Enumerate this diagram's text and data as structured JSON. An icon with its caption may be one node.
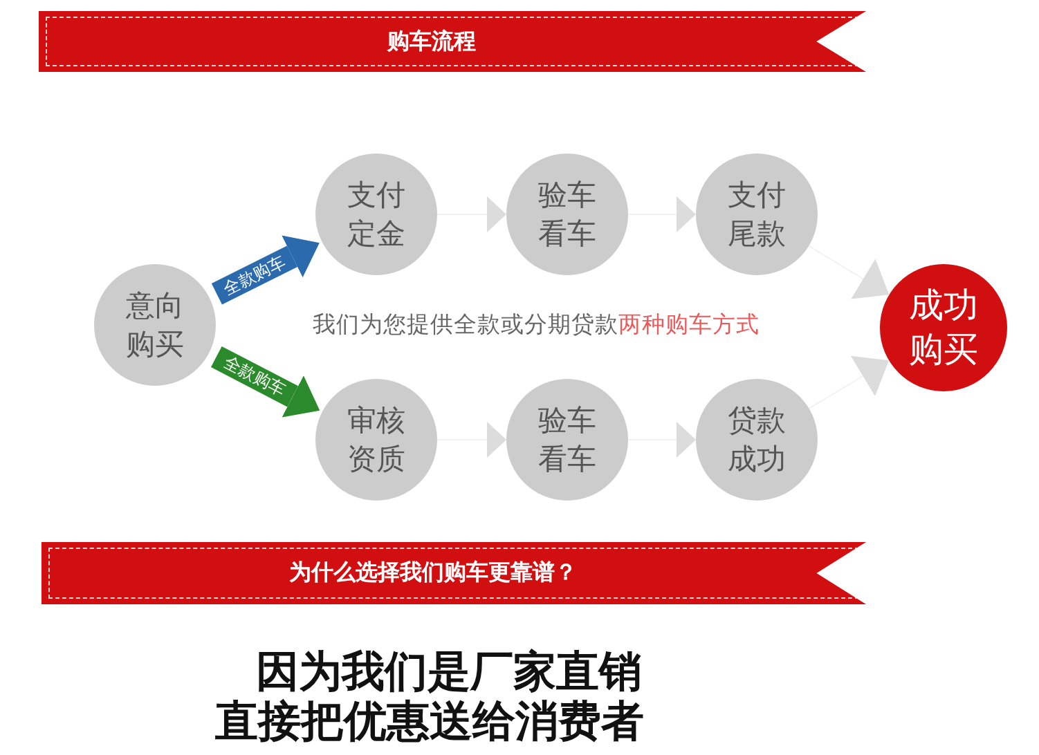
{
  "diagram": {
    "nodes": [
      {
        "text": [
          "购车流程"
        ]
      },
      {
        "text": [
          "意向购买"
        ]
      },
      {
        "text": [
          "支付定金"
        ]
      },
      {
        "text": [
          "验车看车"
        ]
      },
      {
        "text": [
          "支付尾款"
        ]
      },
      {
        "text": [
          "审核资质"
        ]
      },
      {
        "text": [
          "验车看车"
        ]
      },
      {
        "text": [
          "贷款成功"
        ]
      },
      {
        "text": [
          "成功购买"
        ]
      },
      {
        "text": [
          "为什么选择我们购车更靠谱？"
        ]
      }
    ],
    "edges": [
      {
        "from": 1,
        "to": 2,
        "arrow": "to",
        "label": "全款购车",
        "style": "thick",
        "color": "#2b6aad"
      },
      {
        "from": 1,
        "to": 5,
        "arrow": "to",
        "label": "全款购车",
        "style": "thick",
        "color": "#2b8a2b"
      },
      {
        "from": 2,
        "to": 3,
        "arrow": "to"
      },
      {
        "from": 3,
        "to": 4,
        "arrow": "to"
      },
      {
        "from": 4,
        "to": 8,
        "arrow": "to"
      },
      {
        "from": 5,
        "to": 6,
        "arrow": "to"
      },
      {
        "from": 6,
        "to": 7,
        "arrow": "to"
      },
      {
        "from": 7,
        "to": 8,
        "arrow": "to"
      }
    ],
    "labels": [
      "我们为您提供全款或分期贷款",
      "两种购车方式",
      "因为我们是厂家直销直接把优惠送给消费者"
    ]
  }
}
